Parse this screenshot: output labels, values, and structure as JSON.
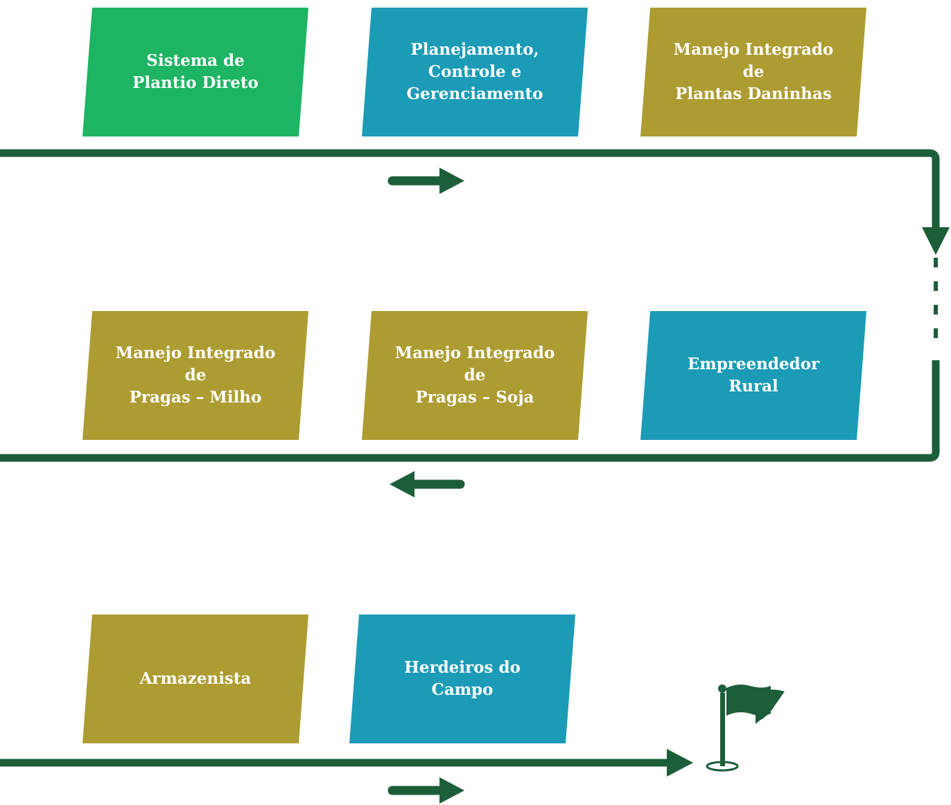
{
  "colors": {
    "green": "#1db463",
    "teal": "#1b9bb6",
    "olive": "#ad9c32",
    "track": "#1c5e3a",
    "text": "#ffffff"
  },
  "cards": [
    {
      "id": "sistema-plantio-direto",
      "text": "Sistema de\nPlantio Direto",
      "color": "green"
    },
    {
      "id": "planejamento-controle-gerenciamento",
      "text": "Planejamento,\nControle e\nGerenciamento",
      "color": "teal"
    },
    {
      "id": "manejo-plantas-daninhas",
      "text": "Manejo Integrado de\nPlantas Daninhas",
      "color": "olive"
    },
    {
      "id": "manejo-pragas-milho",
      "text": "Manejo Integrado de\nPragas – Milho",
      "color": "olive"
    },
    {
      "id": "manejo-pragas-soja",
      "text": "Manejo Integrado de\nPragas – Soja",
      "color": "olive"
    },
    {
      "id": "empreendedor-rural",
      "text": "Empreendedor Rural",
      "color": "teal"
    },
    {
      "id": "armazenista",
      "text": "Armazenista",
      "color": "olive"
    },
    {
      "id": "herdeiros-do-campo",
      "text": "Herdeiros do Campo",
      "color": "teal"
    }
  ],
  "direction_arrows": [
    "right",
    "left",
    "right"
  ],
  "finish_icon": "finish-flag-icon"
}
